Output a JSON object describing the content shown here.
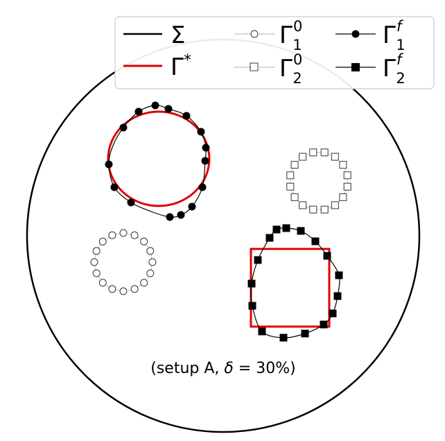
{
  "legend": {
    "sigma": {
      "symbol": "Σ",
      "color": "#000000"
    },
    "gamma_star": {
      "symbol": "Γ",
      "sup": "*",
      "color": "#e00000"
    },
    "gamma1_0": {
      "symbol": "Γ",
      "sup": "0",
      "sub": "1",
      "marker": "open-circle"
    },
    "gamma2_0": {
      "symbol": "Γ",
      "sup": "0",
      "sub": "2",
      "marker": "open-square"
    },
    "gamma1_f": {
      "symbol": "Γ",
      "sup": "f",
      "sub": "1",
      "marker": "filled-circle"
    },
    "gamma2_f": {
      "symbol": "Γ",
      "sup": "f",
      "sub": "2",
      "marker": "filled-square"
    }
  },
  "caption": {
    "prefix": "(setup A, ",
    "delta": "δ",
    "equals": " = ",
    "value": "30%)"
  },
  "colors": {
    "true_shape": "#e00000",
    "boundary": "#000000"
  }
}
